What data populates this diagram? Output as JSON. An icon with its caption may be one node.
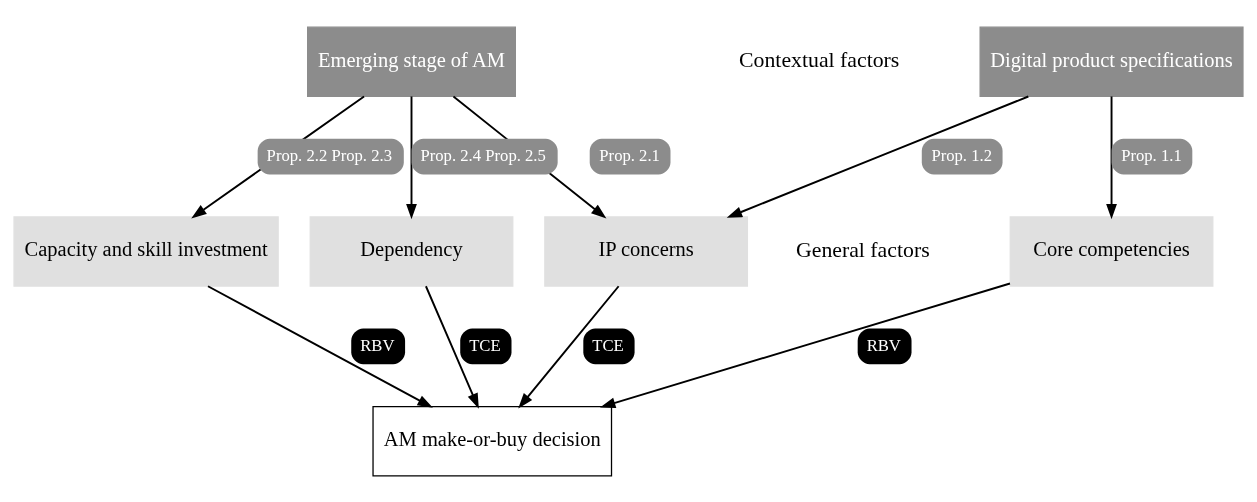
{
  "diagram": {
    "nodes": [
      {
        "text": [
          "Digital product specifications"
        ]
      },
      {
        "text": [
          "Emerging stage of AM"
        ]
      },
      {
        "text": [
          "Core competencies"
        ]
      },
      {
        "text": [
          "IP concerns"
        ]
      },
      {
        "text": [
          "Capacity and skill investment"
        ]
      },
      {
        "text": [
          "Dependency"
        ]
      },
      {
        "text": [
          "AM make-or-buy decision"
        ]
      }
    ],
    "edges": [
      {
        "from": 0,
        "to": 2,
        "arrow": "to",
        "label": "Prop. 1.1"
      },
      {
        "from": 0,
        "to": 3,
        "arrow": "to",
        "label": "Prop. 1.2"
      },
      {
        "from": 1,
        "to": 3,
        "arrow": "to",
        "label": "Prop. 2.1"
      },
      {
        "from": 1,
        "to": 4,
        "arrow": "to",
        "label": "Prop. 2.2 Prop. 2.3"
      },
      {
        "from": 1,
        "to": 5,
        "arrow": "to",
        "label": "Prop. 2.4 Prop. 2.5"
      },
      {
        "from": 2,
        "to": 6,
        "arrow": "to",
        "label": "RBV"
      },
      {
        "from": 3,
        "to": 6,
        "arrow": "to",
        "label": "TCE"
      },
      {
        "from": 4,
        "to": 6,
        "arrow": "to",
        "label": "RBV"
      },
      {
        "from": 5,
        "to": 6,
        "arrow": "to",
        "label": "TCE"
      }
    ],
    "labels": [
      "Contextual factors",
      "General factors"
    ]
  }
}
